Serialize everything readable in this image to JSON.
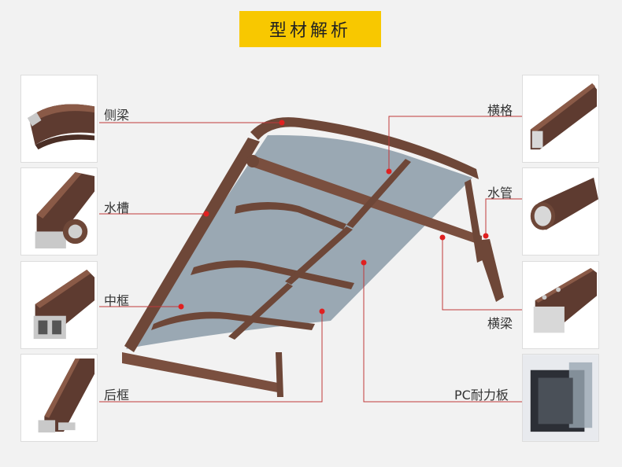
{
  "title": "型材解析",
  "labels": {
    "side_beam": "侧梁",
    "water_channel": "水槽",
    "middle_frame": "中框",
    "rear_frame": "后框",
    "cross_lattice": "横格",
    "water_pipe": "水管",
    "cross_beam": "横梁",
    "pc_board": "PC耐力板"
  },
  "colors": {
    "accent": "#f8c800",
    "frame": "#6e4738",
    "leader_line": "#c0393b",
    "panel": "#9aa8b3"
  }
}
